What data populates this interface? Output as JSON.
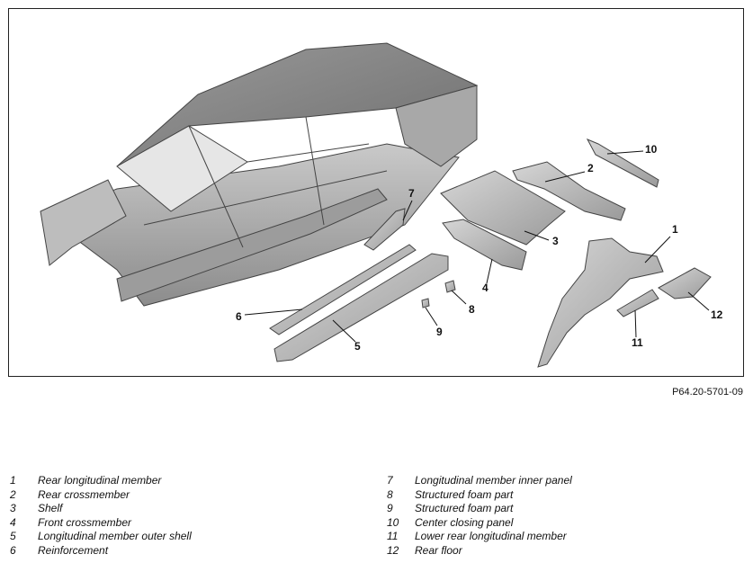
{
  "figure": {
    "code": "P64.20-5701-09",
    "callouts": [
      "1",
      "2",
      "3",
      "4",
      "5",
      "6",
      "7",
      "8",
      "9",
      "10",
      "11",
      "12"
    ]
  },
  "legend": {
    "left": [
      {
        "num": "1",
        "text": "Rear longitudinal member"
      },
      {
        "num": "2",
        "text": "Rear crossmember"
      },
      {
        "num": "3",
        "text": "Shelf"
      },
      {
        "num": "4",
        "text": "Front crossmember"
      },
      {
        "num": "5",
        "text": "Longitudinal member outer shell"
      },
      {
        "num": "6",
        "text": "Reinforcement"
      }
    ],
    "right": [
      {
        "num": "7",
        "text": "Longitudinal member inner panel"
      },
      {
        "num": "8",
        "text": "Structured foam part"
      },
      {
        "num": "9",
        "text": "Structured foam part"
      },
      {
        "num": "10",
        "text": "Center closing panel"
      },
      {
        "num": "11",
        "text": "Lower rear longitudinal member"
      },
      {
        "num": "12",
        "text": "Rear floor"
      }
    ]
  }
}
